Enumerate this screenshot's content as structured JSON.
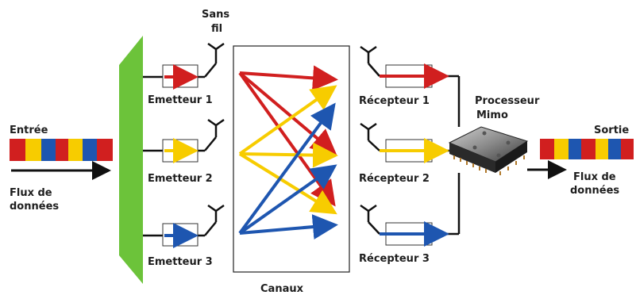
{
  "diagram": {
    "wireless_label_line1": "Sans",
    "wireless_label_line2": "fil",
    "input_label": "Entrée",
    "output_label": "Sortie",
    "input_flow_line1": "Flux de",
    "input_flow_line2": "données",
    "output_flow_line1": "Flux de",
    "output_flow_line2": "données",
    "channels_label": "Canaux",
    "processor_line1": "Processeur",
    "processor_line2": "Mimo",
    "emitters": [
      "Emetteur 1",
      "Emetteur 2",
      "Emetteur 3"
    ],
    "receivers": [
      "Récepteur 1",
      "Récepteur 2",
      "Récepteur 3"
    ],
    "colors": {
      "red": "#d11f1f",
      "yellow": "#f7cc00",
      "blue": "#1e56b0",
      "green": "#6cc33a",
      "line": "#111111"
    }
  }
}
